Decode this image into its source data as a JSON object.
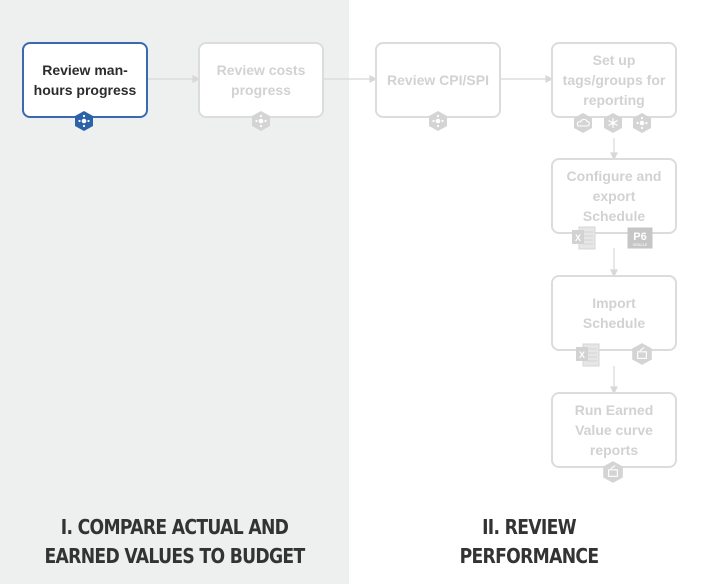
{
  "steps": [
    {
      "id": "review-manhours",
      "label": "Review man-hours progress",
      "active": true
    },
    {
      "id": "review-costs",
      "label": "Review costs progress",
      "active": false
    },
    {
      "id": "review-cpi-spi",
      "label": "Review CPI/SPI",
      "active": false
    },
    {
      "id": "setup-tags",
      "label": "Set up tags/groups for reporting",
      "active": false
    },
    {
      "id": "configure-export",
      "label": "Configure and export Schedule",
      "active": false
    },
    {
      "id": "import-schedule",
      "label": "Import Schedule",
      "active": false
    },
    {
      "id": "run-ev-reports",
      "label": "Run Earned Value curve reports",
      "active": false
    }
  ],
  "badges": {
    "excel_letter": "X",
    "p6_text": "P6",
    "p6_sub": "ORACLE"
  },
  "sections": [
    {
      "label_line1": "I. COMPARE ACTUAL AND",
      "label_line2": "EARNED VALUES TO BUDGET"
    },
    {
      "label_line1": "II. REVIEW",
      "label_line2": "PERFORMANCE"
    }
  ],
  "colors": {
    "active_border": "#3a6aad",
    "active_icon": "#2b62a8",
    "inactive": "#d4d4d4",
    "left_panel_bg": "#eef0ef"
  },
  "icons": [
    "module-hex-icon",
    "cloud-hex-icon",
    "network-hex-icon",
    "excel-icon",
    "p6-oracle-icon",
    "import-hex-icon"
  ]
}
